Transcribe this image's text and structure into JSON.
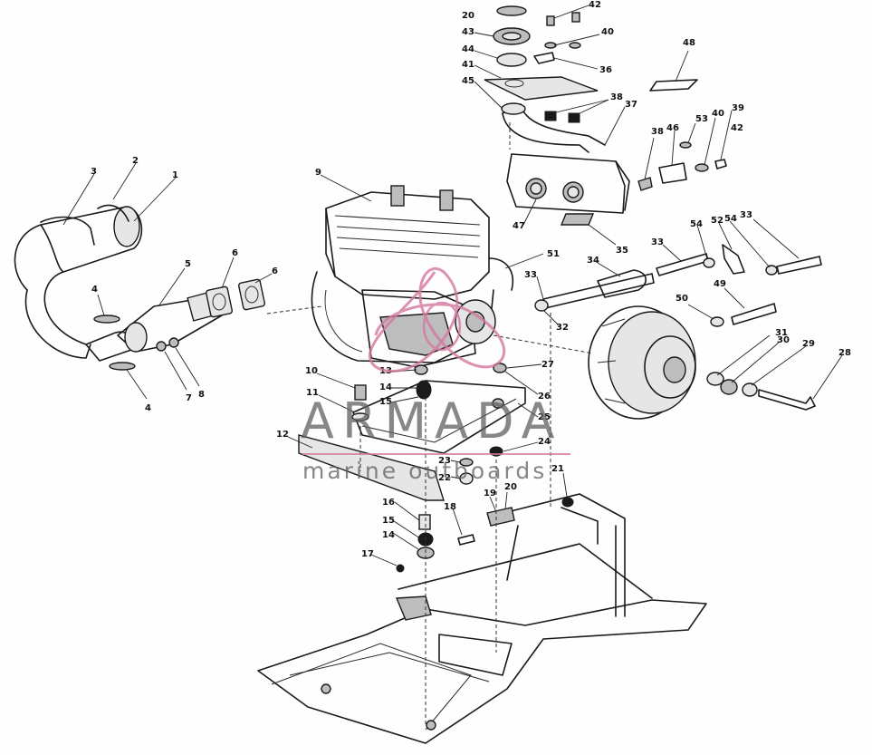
{
  "watermark": {
    "brand": "ARMADA",
    "tagline": "marine outboards",
    "accent_color": "#d4789f",
    "text_color": "#5f5f5f"
  },
  "callouts": [
    {
      "id": "c1",
      "text": "1"
    },
    {
      "id": "c2",
      "text": "2"
    },
    {
      "id": "c3",
      "text": "3"
    },
    {
      "id": "c4a",
      "text": "4"
    },
    {
      "id": "c4b",
      "text": "4"
    },
    {
      "id": "c5",
      "text": "5"
    },
    {
      "id": "c6a",
      "text": "6"
    },
    {
      "id": "c6b",
      "text": "6"
    },
    {
      "id": "c7",
      "text": "7"
    },
    {
      "id": "c8",
      "text": "8"
    },
    {
      "id": "c9",
      "text": "9"
    },
    {
      "id": "c10",
      "text": "10"
    },
    {
      "id": "c11",
      "text": "11"
    },
    {
      "id": "c12",
      "text": "12"
    },
    {
      "id": "c13",
      "text": "13"
    },
    {
      "id": "c14a",
      "text": "14"
    },
    {
      "id": "c14b",
      "text": "14"
    },
    {
      "id": "c15a",
      "text": "15"
    },
    {
      "id": "c15b",
      "text": "15"
    },
    {
      "id": "c16",
      "text": "16"
    },
    {
      "id": "c17",
      "text": "17"
    },
    {
      "id": "c18",
      "text": "18"
    },
    {
      "id": "c19",
      "text": "19"
    },
    {
      "id": "c20",
      "text": "20"
    },
    {
      "id": "c21",
      "text": "21"
    },
    {
      "id": "c22",
      "text": "22"
    },
    {
      "id": "c23",
      "text": "23"
    },
    {
      "id": "c24",
      "text": "24"
    },
    {
      "id": "c25",
      "text": "25"
    },
    {
      "id": "c26",
      "text": "26"
    },
    {
      "id": "c27",
      "text": "27"
    },
    {
      "id": "c28",
      "text": "28"
    },
    {
      "id": "c29",
      "text": "29"
    },
    {
      "id": "c30",
      "text": "30"
    },
    {
      "id": "c31",
      "text": "31"
    },
    {
      "id": "c32",
      "text": "32"
    },
    {
      "id": "c33a",
      "text": "33"
    },
    {
      "id": "c33b",
      "text": "33"
    },
    {
      "id": "c33c",
      "text": "33"
    },
    {
      "id": "c34",
      "text": "34"
    },
    {
      "id": "c35",
      "text": "35"
    },
    {
      "id": "c36",
      "text": "36"
    },
    {
      "id": "c37",
      "text": "37"
    },
    {
      "id": "c38a",
      "text": "38"
    },
    {
      "id": "c38b",
      "text": "38"
    },
    {
      "id": "c39",
      "text": "39"
    },
    {
      "id": "c40a",
      "text": "40"
    },
    {
      "id": "c40b",
      "text": "40"
    },
    {
      "id": "c41",
      "text": "41"
    },
    {
      "id": "c42a",
      "text": "42"
    },
    {
      "id": "c42b",
      "text": "42"
    },
    {
      "id": "c43",
      "text": "43"
    },
    {
      "id": "c44",
      "text": "44"
    },
    {
      "id": "c45",
      "text": "45"
    },
    {
      "id": "c46",
      "text": "46"
    },
    {
      "id": "c47",
      "text": "47"
    },
    {
      "id": "c48",
      "text": "48"
    },
    {
      "id": "c49",
      "text": "49"
    },
    {
      "id": "c50",
      "text": "50"
    },
    {
      "id": "c51",
      "text": "51"
    },
    {
      "id": "c52",
      "text": "52"
    },
    {
      "id": "c53",
      "text": "53"
    },
    {
      "id": "c54a",
      "text": "54"
    },
    {
      "id": "c54b",
      "text": "54"
    }
  ]
}
